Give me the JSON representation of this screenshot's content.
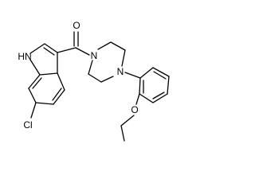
{
  "structure": {
    "atoms": {
      "oxygen_carbonyl": "O",
      "indole_nh": "HN",
      "piperazine_n1": "N",
      "piperazine_n4": "N",
      "chlorine": "Cl",
      "ether_oxygen": "O"
    }
  }
}
